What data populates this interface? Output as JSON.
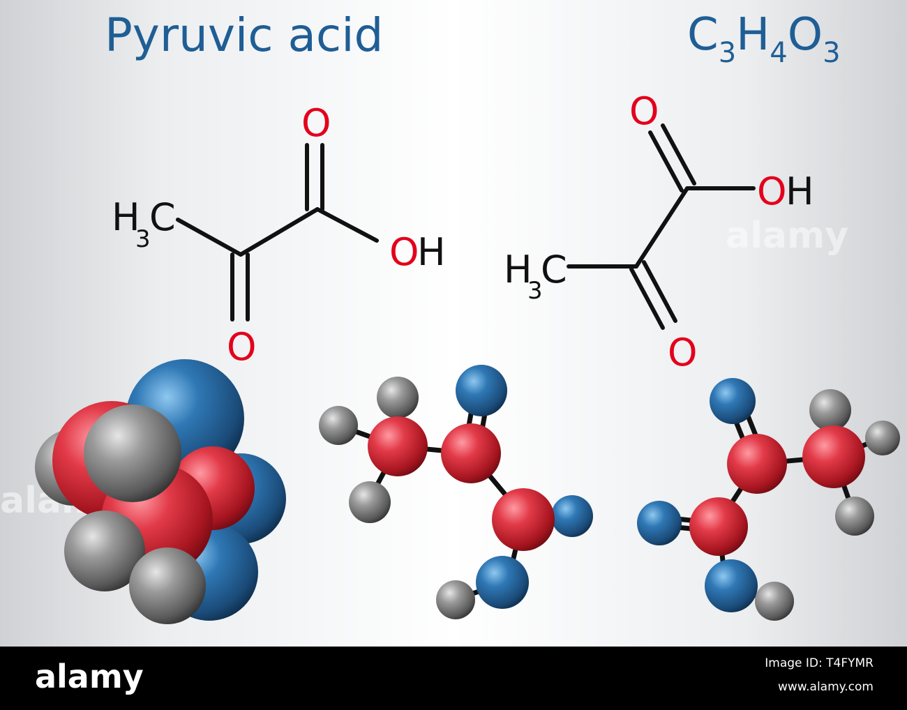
{
  "title": "Pyruvic acid",
  "formula": {
    "C": "C",
    "c_count": "3",
    "H": "H",
    "h_count": "4",
    "O": "O",
    "o_count": "3"
  },
  "structure_left": {
    "carbonyl_top_o": "O",
    "carbonyl_bottom_o": "O",
    "hydroxyl_o": "O",
    "hydroxyl_h": "H",
    "methyl_h": "H",
    "methyl_sub": "3",
    "methyl_c": "C"
  },
  "structure_right": {
    "carbonyl_top_o": "O",
    "carbonyl_bottom_o": "O",
    "hydroxyl_o": "O",
    "hydroxyl_h": "H",
    "methyl_h": "H",
    "methyl_sub": "3",
    "methyl_c": "C"
  },
  "watermark": "alamy",
  "footer": {
    "logo": "alamy",
    "image_id": "Image ID: T4FYMR",
    "url": "www.alamy.com"
  },
  "colors": {
    "title_blue": "#1f5e95",
    "oxygen_red": "#e3001b",
    "bond_black": "#111111",
    "atom_carbon_red": "#c8313e",
    "atom_oxygen_blue": "#1e5a8c",
    "atom_hydrogen_gray": "#707070"
  }
}
